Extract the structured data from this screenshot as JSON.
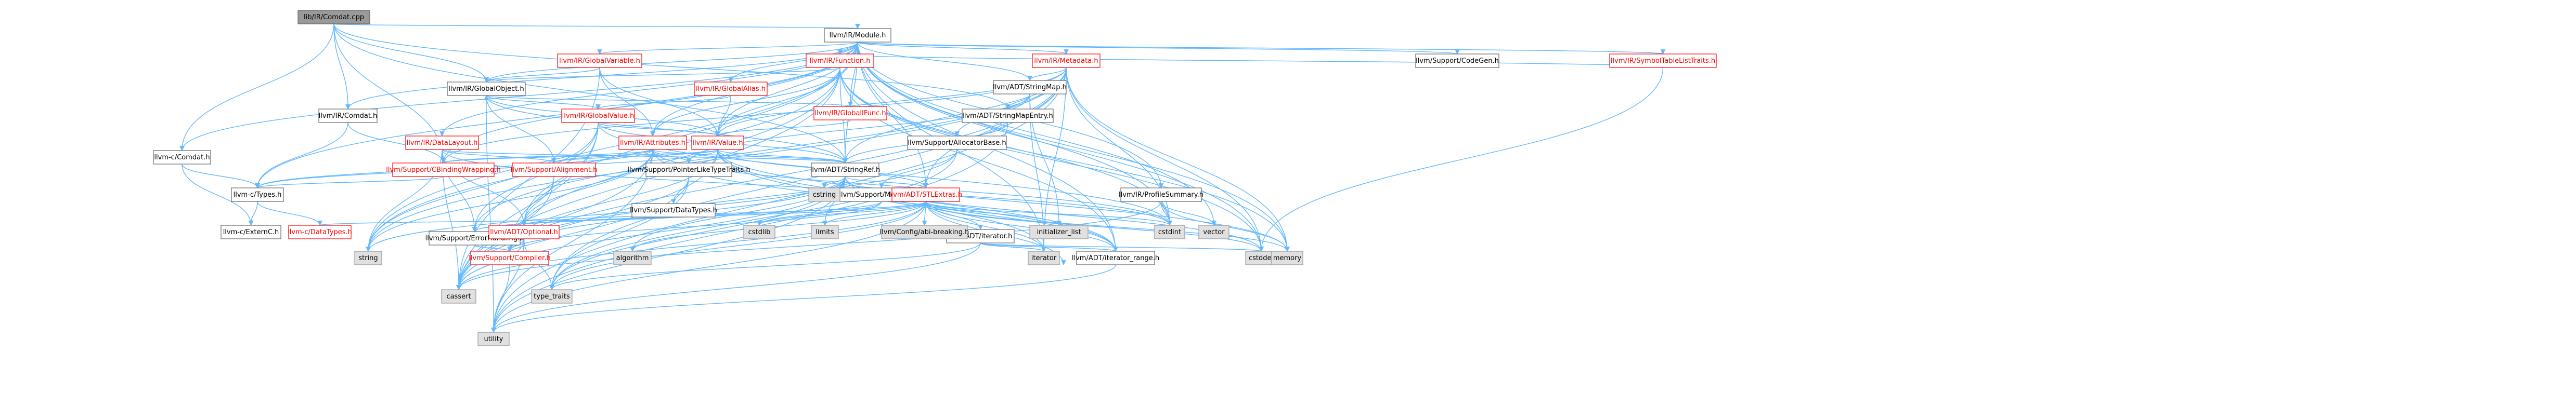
{
  "graph": {
    "title": "",
    "colors": {
      "edge": "#63b8ff",
      "root_fill": "#999999",
      "root_text": "#000000",
      "local_fill": "#ffffff",
      "local_border": "#666666",
      "local_text": "#000000",
      "incomplete_border": "#ff0000",
      "incomplete_text": "#ff0000",
      "system_fill": "#e0e0e0",
      "system_border": "#999999"
    },
    "nodes": [
      {
        "id": "comdat_cpp",
        "label": "lib/IR/Comdat.cpp",
        "kind": "root"
      },
      {
        "id": "module",
        "label": "llvm/IR/Module.h",
        "kind": "local"
      },
      {
        "id": "llvm_c_comdat",
        "label": "llvm-c/Comdat.h",
        "kind": "local"
      },
      {
        "id": "ir_comdat",
        "label": "llvm/IR/Comdat.h",
        "kind": "local"
      },
      {
        "id": "globalobject",
        "label": "llvm/IR/GlobalObject.h",
        "kind": "local"
      },
      {
        "id": "globalvariable",
        "label": "llvm/IR/GlobalVariable.h",
        "kind": "incomplete"
      },
      {
        "id": "function",
        "label": "llvm/IR/Function.h",
        "kind": "incomplete"
      },
      {
        "id": "globalalias",
        "label": "llvm/IR/GlobalAlias.h",
        "kind": "incomplete"
      },
      {
        "id": "globalifunc",
        "label": "llvm/IR/GlobalIFunc.h",
        "kind": "incomplete"
      },
      {
        "id": "metadata",
        "label": "llvm/IR/Metadata.h",
        "kind": "incomplete"
      },
      {
        "id": "symboltable",
        "label": "llvm/IR/SymbolTableListTraits.h",
        "kind": "incomplete"
      },
      {
        "id": "codegen",
        "label": "llvm/Support/CodeGen.h",
        "kind": "local"
      },
      {
        "id": "globalvalue",
        "label": "llvm/IR/GlobalValue.h",
        "kind": "incomplete"
      },
      {
        "id": "datalayout",
        "label": "llvm/IR/DataLayout.h",
        "kind": "incomplete"
      },
      {
        "id": "attributes",
        "label": "llvm/IR/Attributes.h",
        "kind": "incomplete"
      },
      {
        "id": "value",
        "label": "llvm/IR/Value.h",
        "kind": "incomplete"
      },
      {
        "id": "stringmap",
        "label": "llvm/ADT/StringMap.h",
        "kind": "local"
      },
      {
        "id": "stringmapentry",
        "label": "llvm/ADT/StringMapEntry.h",
        "kind": "local"
      },
      {
        "id": "allocatorbase",
        "label": "llvm/Support/AllocatorBase.h",
        "kind": "local"
      },
      {
        "id": "memalloc",
        "label": "llvm/Support/MemAlloc.h",
        "kind": "local"
      },
      {
        "id": "cbinding",
        "label": "llvm/Support/CBindingWrapping.h",
        "kind": "incomplete"
      },
      {
        "id": "llvmc_types",
        "label": "llvm-c/Types.h",
        "kind": "local"
      },
      {
        "id": "externc",
        "label": "llvm-c/ExternC.h",
        "kind": "local"
      },
      {
        "id": "datatypes_c",
        "label": "llvm-c/DataTypes.h",
        "kind": "incomplete"
      },
      {
        "id": "alignment",
        "label": "llvm/Support/Alignment.h",
        "kind": "incomplete"
      },
      {
        "id": "pointerlike",
        "label": "llvm/Support/PointerLikeTypeTraits.h",
        "kind": "local"
      },
      {
        "id": "support_datatypes",
        "label": "llvm/Support/DataTypes.h",
        "kind": "local"
      },
      {
        "id": "errorhandling",
        "label": "llvm/Support/ErrorHandling.h",
        "kind": "local"
      },
      {
        "id": "stringref",
        "label": "llvm/ADT/StringRef.h",
        "kind": "local"
      },
      {
        "id": "stlextras",
        "label": "llvm/ADT/STLExtras.h",
        "kind": "incomplete"
      },
      {
        "id": "optional",
        "label": "llvm/ADT/Optional.h",
        "kind": "incomplete"
      },
      {
        "id": "compiler",
        "label": "llvm/Support/Compiler.h",
        "kind": "incomplete"
      },
      {
        "id": "profilesummary",
        "label": "llvm/IR/ProfileSummary.h",
        "kind": "local"
      },
      {
        "id": "adt_iterator",
        "label": "llvm/ADT/iterator.h",
        "kind": "local"
      },
      {
        "id": "iterator_range",
        "label": "llvm/ADT/iterator_range.h",
        "kind": "local"
      },
      {
        "id": "config_abi",
        "label": "llvm/Config/abi-breaking.h",
        "kind": "system"
      },
      {
        "id": "cstring",
        "label": "cstring",
        "kind": "system"
      },
      {
        "id": "cstdlib",
        "label": "cstdlib",
        "kind": "system"
      },
      {
        "id": "limits",
        "label": "limits",
        "kind": "system"
      },
      {
        "id": "initializer_list",
        "label": "initializer_list",
        "kind": "system"
      },
      {
        "id": "vector",
        "label": "vector",
        "kind": "system"
      },
      {
        "id": "cstdint",
        "label": "cstdint",
        "kind": "system"
      },
      {
        "id": "string",
        "label": "string",
        "kind": "system"
      },
      {
        "id": "cassert",
        "label": "cassert",
        "kind": "system"
      },
      {
        "id": "type_traits",
        "label": "type_traits",
        "kind": "system"
      },
      {
        "id": "algorithm",
        "label": "algorithm",
        "kind": "system"
      },
      {
        "id": "utility",
        "label": "utility",
        "kind": "system"
      },
      {
        "id": "iterator",
        "label": "iterator",
        "kind": "system"
      },
      {
        "id": "cstddef",
        "label": "cstddef",
        "kind": "system"
      },
      {
        "id": "memory",
        "label": "memory",
        "kind": "system"
      }
    ],
    "edges": [
      [
        "comdat_cpp",
        "module"
      ],
      [
        "comdat_cpp",
        "llvm_c_comdat"
      ],
      [
        "comdat_cpp",
        "ir_comdat"
      ],
      [
        "comdat_cpp",
        "globalobject"
      ],
      [
        "comdat_cpp",
        "stringmapentry"
      ],
      [
        "comdat_cpp",
        "stringref"
      ],
      [
        "comdat_cpp",
        "cbinding"
      ],
      [
        "module",
        "llvm_c_comdat"
      ],
      [
        "module",
        "ir_comdat"
      ],
      [
        "module",
        "globalobject"
      ],
      [
        "module",
        "globalvariable"
      ],
      [
        "module",
        "function"
      ],
      [
        "module",
        "globalalias"
      ],
      [
        "module",
        "globalifunc"
      ],
      [
        "module",
        "metadata"
      ],
      [
        "module",
        "symboltable"
      ],
      [
        "module",
        "codegen"
      ],
      [
        "module",
        "datalayout"
      ],
      [
        "module",
        "stringmap"
      ],
      [
        "module",
        "stringref"
      ],
      [
        "module",
        "stlextras"
      ],
      [
        "module",
        "optional"
      ],
      [
        "module",
        "iterator_range"
      ],
      [
        "module",
        "profilesummary"
      ],
      [
        "module",
        "cbinding"
      ],
      [
        "module",
        "llvmc_types"
      ],
      [
        "module",
        "cstddef"
      ],
      [
        "module",
        "cstdint"
      ],
      [
        "module",
        "iterator"
      ],
      [
        "module",
        "memory"
      ],
      [
        "module",
        "string"
      ],
      [
        "module",
        "vector"
      ],
      [
        "module",
        "attributes"
      ],
      [
        "module",
        "value"
      ],
      [
        "llvm_c_comdat",
        "llvmc_types"
      ],
      [
        "llvm_c_comdat",
        "externc"
      ],
      [
        "ir_comdat",
        "cbinding"
      ],
      [
        "ir_comdat",
        "llvmc_types"
      ],
      [
        "globalobject",
        "globalvalue"
      ],
      [
        "globalobject",
        "value"
      ],
      [
        "globalobject",
        "alignment"
      ],
      [
        "globalobject",
        "stringref"
      ],
      [
        "globalobject",
        "utility"
      ],
      [
        "globalvariable",
        "globalobject"
      ],
      [
        "globalvariable",
        "attributes"
      ],
      [
        "globalvariable",
        "value"
      ],
      [
        "globalvariable",
        "cassert"
      ],
      [
        "function",
        "globalobject"
      ],
      [
        "function",
        "attributes"
      ],
      [
        "function",
        "value"
      ],
      [
        "function",
        "stringref"
      ],
      [
        "function",
        "compiler"
      ],
      [
        "function",
        "cassert"
      ],
      [
        "function",
        "cstddef"
      ],
      [
        "function",
        "cstdint"
      ],
      [
        "function",
        "memory"
      ],
      [
        "function",
        "string"
      ],
      [
        "function",
        "iterator_range"
      ],
      [
        "function",
        "symboltable"
      ],
      [
        "globalalias",
        "globalvalue"
      ],
      [
        "globalalias",
        "value"
      ],
      [
        "globalifunc",
        "globalobject"
      ],
      [
        "globalifunc",
        "value"
      ],
      [
        "metadata",
        "value"
      ],
      [
        "metadata",
        "stringmap"
      ],
      [
        "metadata",
        "stringref"
      ],
      [
        "metadata",
        "stlextras"
      ],
      [
        "metadata",
        "cbinding"
      ],
      [
        "metadata",
        "errorhandling"
      ],
      [
        "metadata",
        "cassert"
      ],
      [
        "metadata",
        "cstddef"
      ],
      [
        "metadata",
        "cstdint"
      ],
      [
        "metadata",
        "iterator"
      ],
      [
        "metadata",
        "memory"
      ],
      [
        "metadata",
        "string"
      ],
      [
        "metadata",
        "type_traits"
      ],
      [
        "metadata",
        "utility"
      ],
      [
        "symboltable",
        "cstddef"
      ],
      [
        "globalvalue",
        "value"
      ],
      [
        "globalvalue",
        "stringref"
      ],
      [
        "globalvalue",
        "compiler"
      ],
      [
        "globalvalue",
        "errorhandling"
      ],
      [
        "globalvalue",
        "cassert"
      ],
      [
        "globalvalue",
        "cstdint"
      ],
      [
        "globalvalue",
        "string"
      ],
      [
        "datalayout",
        "stringref"
      ],
      [
        "datalayout",
        "alignment"
      ],
      [
        "datalayout",
        "errorhandling"
      ],
      [
        "datalayout",
        "optional"
      ],
      [
        "datalayout",
        "cassert"
      ],
      [
        "datalayout",
        "cstdint"
      ],
      [
        "datalayout",
        "string"
      ],
      [
        "attributes",
        "stringref"
      ],
      [
        "attributes",
        "alignment"
      ],
      [
        "attributes",
        "pointerlike"
      ],
      [
        "attributes",
        "cbinding"
      ],
      [
        "attributes",
        "llvmc_types"
      ],
      [
        "attributes",
        "optional"
      ],
      [
        "attributes",
        "iterator_range"
      ],
      [
        "attributes",
        "cassert"
      ],
      [
        "attributes",
        "cstdint"
      ],
      [
        "attributes",
        "string"
      ],
      [
        "attributes",
        "utility"
      ],
      [
        "value",
        "stringref"
      ],
      [
        "value",
        "stlextras"
      ],
      [
        "value",
        "iterator_range"
      ],
      [
        "value",
        "cbinding"
      ],
      [
        "value",
        "compiler"
      ],
      [
        "value",
        "alignment"
      ],
      [
        "value",
        "llvmc_types"
      ],
      [
        "value",
        "cassert"
      ],
      [
        "value",
        "iterator"
      ],
      [
        "value",
        "memory"
      ],
      [
        "stringmap",
        "stringmapentry"
      ],
      [
        "stringmap",
        "allocatorbase"
      ],
      [
        "stringmap",
        "pointerlike"
      ],
      [
        "stringmap",
        "initializer_list"
      ],
      [
        "stringmap",
        "iterator"
      ],
      [
        "stringmapentry",
        "stringref"
      ],
      [
        "stringmapentry",
        "utility"
      ],
      [
        "allocatorbase",
        "compiler"
      ],
      [
        "allocatorbase",
        "memalloc"
      ],
      [
        "allocatorbase",
        "type_traits"
      ],
      [
        "memalloc",
        "compiler"
      ],
      [
        "memalloc",
        "errorhandling"
      ],
      [
        "memalloc",
        "cstdlib"
      ],
      [
        "cbinding",
        "llvmc_types"
      ],
      [
        "llvmc_types",
        "datatypes_c"
      ],
      [
        "llvmc_types",
        "externc"
      ],
      [
        "alignment",
        "optional"
      ],
      [
        "alignment",
        "cassert"
      ],
      [
        "pointerlike",
        "support_datatypes"
      ],
      [
        "pointerlike",
        "cassert"
      ],
      [
        "pointerlike",
        "type_traits"
      ],
      [
        "support_datatypes",
        "datatypes_c"
      ],
      [
        "errorhandling",
        "compiler"
      ],
      [
        "stringref",
        "stlextras"
      ],
      [
        "stringref",
        "iterator_range"
      ],
      [
        "stringref",
        "compiler"
      ],
      [
        "stringref",
        "algorithm"
      ],
      [
        "stringref",
        "cassert"
      ],
      [
        "stringref",
        "cstddef"
      ],
      [
        "stringref",
        "cstring"
      ],
      [
        "stringref",
        "limits"
      ],
      [
        "stringref",
        "string"
      ],
      [
        "stringref",
        "type_traits"
      ],
      [
        "stringref",
        "utility"
      ],
      [
        "stlextras",
        "config_abi"
      ],
      [
        "stlextras",
        "adt_iterator"
      ],
      [
        "stlextras",
        "iterator_range"
      ],
      [
        "stlextras",
        "optional"
      ],
      [
        "stlextras",
        "errorhandling"
      ],
      [
        "stlextras",
        "algorithm"
      ],
      [
        "stlextras",
        "cassert"
      ],
      [
        "stlextras",
        "cstddef"
      ],
      [
        "stlextras",
        "cstdint"
      ],
      [
        "stlextras",
        "cstdlib"
      ],
      [
        "stlextras",
        "initializer_list"
      ],
      [
        "stlextras",
        "iterator"
      ],
      [
        "stlextras",
        "limits"
      ],
      [
        "stlextras",
        "memory"
      ],
      [
        "stlextras",
        "tuple"
      ],
      [
        "stlextras",
        "type_traits"
      ],
      [
        "stlextras",
        "utility"
      ],
      [
        "optional",
        "compiler"
      ],
      [
        "optional",
        "type_traits"
      ],
      [
        "optional",
        "cassert"
      ],
      [
        "optional",
        "utility"
      ],
      [
        "compiler",
        "utility"
      ],
      [
        "profilesummary",
        "cassert"
      ],
      [
        "profilesummary",
        "cstdint"
      ],
      [
        "profilesummary",
        "vector"
      ],
      [
        "profilesummary",
        "memory"
      ],
      [
        "adt_iterator",
        "iterator_range"
      ],
      [
        "adt_iterator",
        "cstddef"
      ],
      [
        "adt_iterator",
        "iterator"
      ],
      [
        "adt_iterator",
        "type_traits"
      ],
      [
        "adt_iterator",
        "utility"
      ],
      [
        "iterator_range",
        "utility"
      ]
    ]
  }
}
